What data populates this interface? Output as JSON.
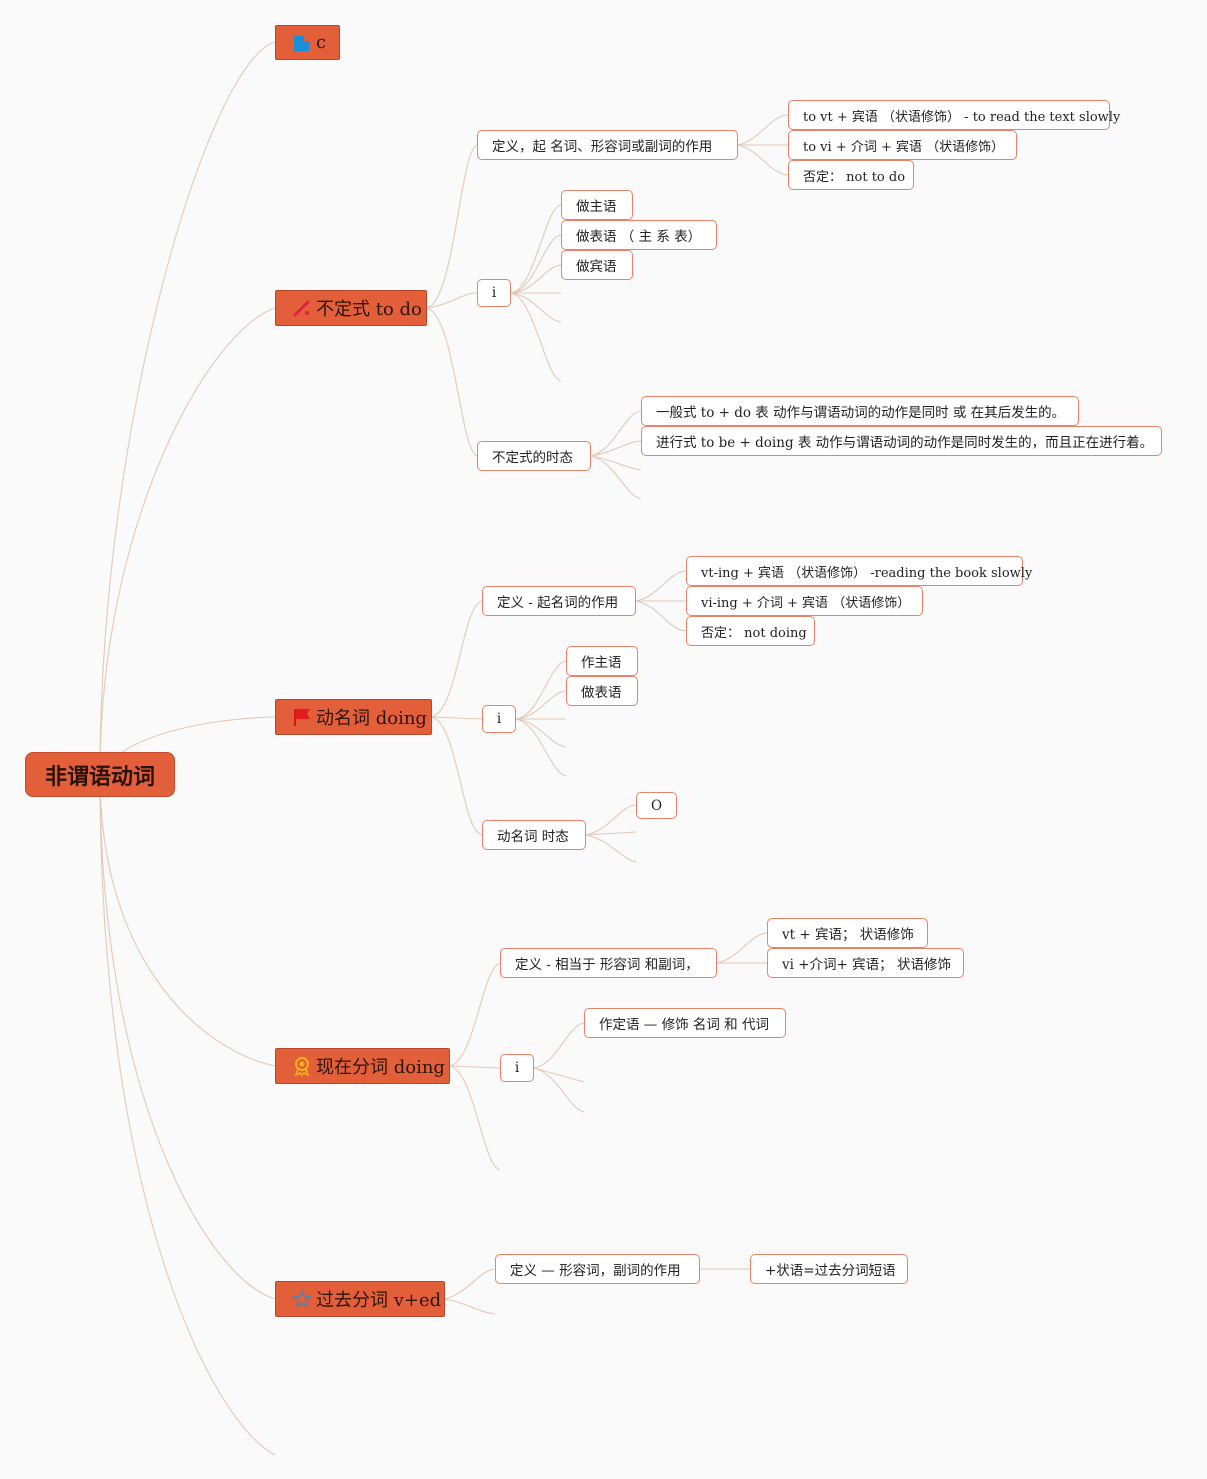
{
  "root": "非谓语动词",
  "branches": {
    "c": {
      "label": "c",
      "icon": "blue-square-icon"
    },
    "infinitive": {
      "label": "不定式 to do",
      "icon": "broken-pencil-icon",
      "definition": {
        "label": "定义，起 名词、形容词或副词的作用",
        "items": [
          "to vt + 宾语 （状语修饰） - to read the text slowly",
          "to vi + 介词 + 宾语 （状语修饰）",
          "否定： not to do"
        ]
      },
      "i": {
        "label": "i",
        "items": [
          "做主语",
          "做表语 （ 主 系 表）",
          "做宾语"
        ]
      },
      "tense": {
        "label": "不定式的时态",
        "items": [
          "一般式 to + do 表 动作与谓语动词的动作是同时 或 在其后发生的。",
          "进行式 to be + doing 表 动作与谓语动词的动作是同时发生的，而且正在进行着。"
        ]
      }
    },
    "gerund": {
      "label": "动名词 doing",
      "icon": "red-flag-icon",
      "definition": {
        "label": "定义 - 起名词的作用",
        "items": [
          "vt-ing + 宾语 （状语修饰） -reading the book slowly",
          "vi-ing + 介词 + 宾语 （状语修饰）",
          "否定： not doing"
        ]
      },
      "i": {
        "label": "i",
        "items": [
          "作主语",
          "做表语"
        ]
      },
      "tense": {
        "label": "动名词 时态",
        "items": [
          "O"
        ]
      }
    },
    "present_participle": {
      "label": "现在分词 doing",
      "icon": "award-badge-icon",
      "definition": {
        "label": "定义 - 相当于 形容词 和副词，",
        "items": [
          "vt + 宾语； 状语修饰",
          "vi +介词+ 宾语； 状语修饰"
        ]
      },
      "i": {
        "label": "i",
        "items": [
          "作定语 — 修饰 名词 和 代词"
        ]
      }
    },
    "past_participle": {
      "label": "过去分词 v+ed",
      "icon": "star-icon",
      "definition": {
        "label": "定义 — 形容词，副词的作用",
        "items": [
          "+状语=过去分词短语"
        ]
      }
    }
  },
  "colors": {
    "main_fill": "#e35f3a",
    "sub_border": "#e8826a",
    "link": "#e2c8ba",
    "background": "#fafafa"
  }
}
